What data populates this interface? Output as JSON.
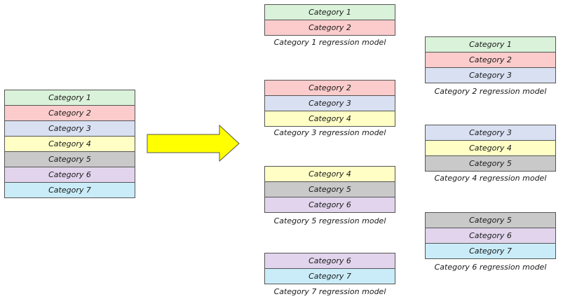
{
  "source": {
    "categories": [
      "Category 1",
      "Category 2",
      "Category 3",
      "Category 4",
      "Category 5",
      "Category 6",
      "Category 7"
    ]
  },
  "models": [
    {
      "caption": "Category 1 regression model",
      "categories": [
        "Category 1",
        "Category 2"
      ]
    },
    {
      "caption": "Category 2 regression model",
      "categories": [
        "Category 1",
        "Category 2",
        "Category 3"
      ]
    },
    {
      "caption": "Category 3 regression model",
      "categories": [
        "Category 2",
        "Category 3",
        "Category 4"
      ]
    },
    {
      "caption": "Category 4 regression model",
      "categories": [
        "Category 3",
        "Category 4",
        "Category 5"
      ]
    },
    {
      "caption": "Category 5 regression model",
      "categories": [
        "Category 4",
        "Category 5",
        "Category 6"
      ]
    },
    {
      "caption": "Category 6 regression model",
      "categories": [
        "Category 5",
        "Category 6",
        "Category 7"
      ]
    },
    {
      "caption": "Category 7 regression model",
      "categories": [
        "Category 6",
        "Category 7"
      ]
    }
  ],
  "colors": {
    "category_1": "#d9f2d9",
    "category_2": "#fccccc",
    "category_3": "#d8e0f2",
    "category_4": "#fefec5",
    "category_5": "#c9c9c9",
    "category_6": "#e1d4ec",
    "category_7": "#c9ecf8",
    "arrow_fill": "#ffff00",
    "arrow_stroke": "#555555",
    "border": "#555555"
  },
  "icons": {
    "arrow": "right-arrow-icon"
  }
}
